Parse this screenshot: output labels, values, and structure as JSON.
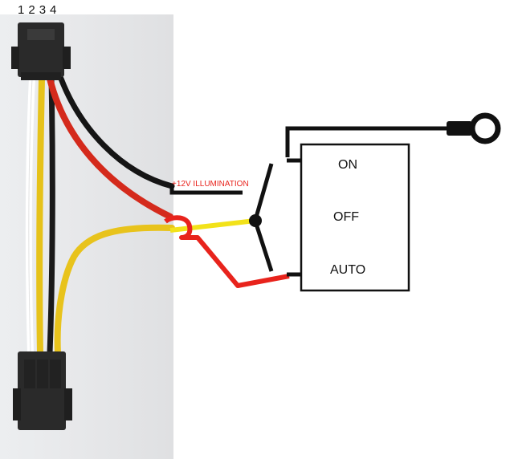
{
  "pin_numbers": [
    "1",
    "2",
    "3",
    "4"
  ],
  "wire_label": "+12V ILLUMINATION",
  "switch": {
    "on_label": "ON",
    "off_label": "OFF",
    "auto_label": "AUTO"
  },
  "colors": {
    "wire_red": "#e8231c",
    "wire_yellow": "#f2e21a",
    "wire_black": "#111111",
    "wire_white": "#ffffff",
    "connector": "#2a2a2a",
    "label_red": "#e8231c"
  }
}
